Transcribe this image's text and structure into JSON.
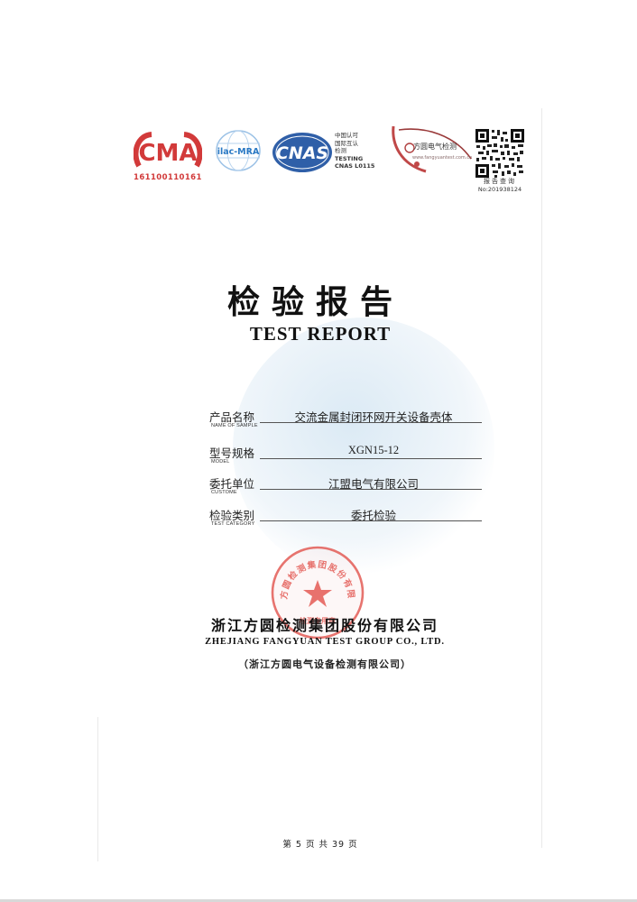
{
  "header": {
    "cma": {
      "logo_text": "CMA",
      "number": "161100110161"
    },
    "ilac": {
      "logo_text": "ilac-MRA"
    },
    "cnas": {
      "logo_text": "CNAS",
      "lines": [
        "中国认可",
        "国际互认",
        "检测",
        "TESTING",
        "CNAS L0115"
      ]
    },
    "fangyuan": {
      "label": "方圆电气检测",
      "url": "www.fangyuantest.com.cn"
    },
    "qr": {
      "label": "报告查询",
      "number": "No:201938124"
    }
  },
  "title": {
    "cn": "检验报告",
    "en": "TEST REPORT"
  },
  "fields": [
    {
      "label_cn": "产品名称",
      "label_en": "NAME OF SAMPLE",
      "value": "交流金属封闭环网开关设备壳体"
    },
    {
      "label_cn": "型号规格",
      "label_en": "MODEL",
      "value": "XGN15-12"
    },
    {
      "label_cn": "委托单位",
      "label_en": "CUSTOME",
      "value": "江盟电气有限公司"
    },
    {
      "label_cn": "检验类别",
      "label_en": "TEST CATEGORY",
      "value": "委托检验"
    }
  ],
  "seal": {
    "text": "浙江方圆检测集团股份有限公司",
    "bottom_text": "检测专用章"
  },
  "issuer": {
    "name_cn": "浙江方圆检测集团股份有限公司",
    "name_en": "ZHEJIANG FANGYUAN TEST GROUP CO., LTD.",
    "sub_cn": "（浙江方圆电气设备检测有限公司）"
  },
  "footer": {
    "page_number": "第 5 页 共 39 页"
  },
  "colors": {
    "cma_red": "#d23a3a",
    "cnas_blue": "#2f5fa8",
    "seal_red": "#e0463f",
    "ilac_blue": "#2a79c4"
  }
}
